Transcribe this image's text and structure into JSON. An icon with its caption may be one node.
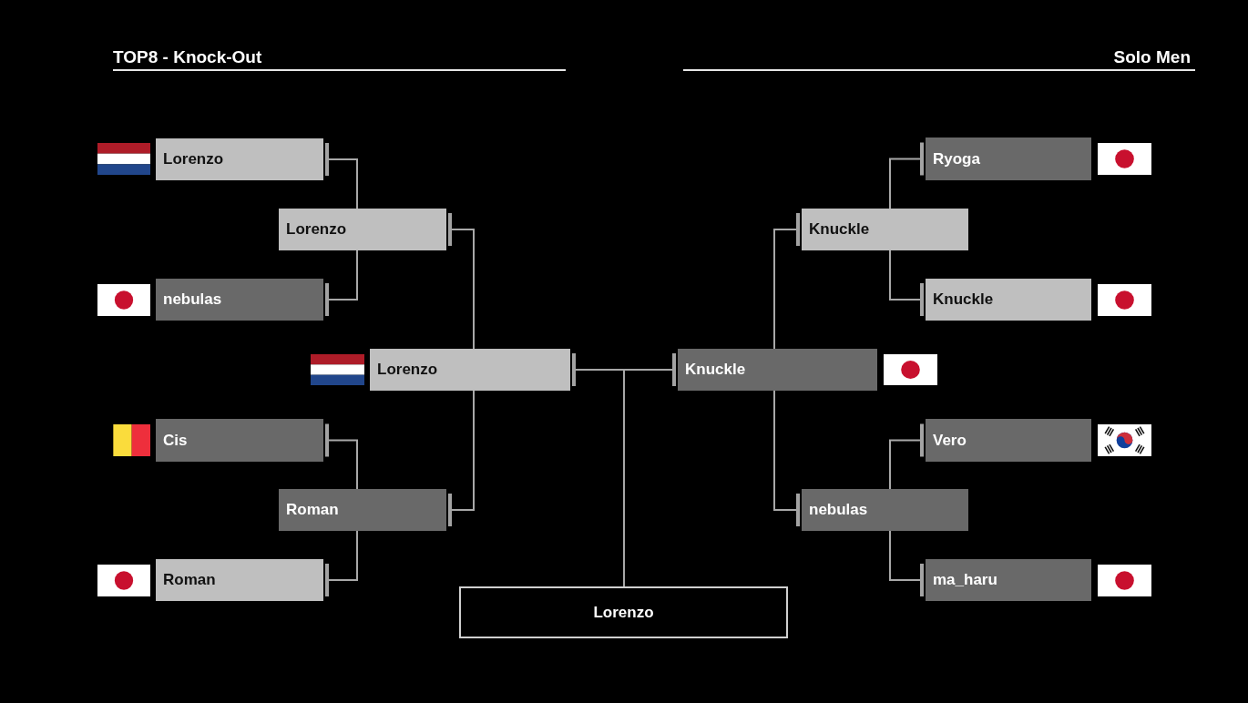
{
  "diagram": {
    "title": "TOP8 - Knock-Out",
    "nodes": [
      {
        "text": [
          "Lorenzo"
        ]
      },
      {
        "text": [
          "Ryoga"
        ]
      },
      {
        "text": [
          "Lorenzo"
        ]
      },
      {
        "text": [
          "Knuckle"
        ]
      },
      {
        "text": [
          "nebulas"
        ]
      },
      {
        "text": [
          "Knuckle"
        ]
      },
      {
        "text": [
          "Lorenzo"
        ]
      },
      {
        "text": [
          "Knuckle"
        ]
      },
      {
        "text": [
          "Cis"
        ]
      },
      {
        "text": [
          "Vero"
        ]
      },
      {
        "text": [
          "Roman"
        ]
      },
      {
        "text": [
          "nebulas"
        ]
      },
      {
        "text": [
          "Roman"
        ]
      },
      {
        "text": [
          "ma_haru"
        ]
      },
      {
        "text": [
          "Lorenzo"
        ]
      }
    ],
    "edges": [
      {
        "from": 0,
        "to": 2,
        "arrow": "other"
      },
      {
        "from": 4,
        "to": 2,
        "arrow": "other"
      },
      {
        "from": 1,
        "to": 3,
        "arrow": "other"
      },
      {
        "from": 5,
        "to": 3,
        "arrow": "other"
      },
      {
        "from": 8,
        "to": 10,
        "arrow": "other"
      },
      {
        "from": 12,
        "to": 10,
        "arrow": "other"
      },
      {
        "from": 9,
        "to": 11,
        "arrow": "other"
      },
      {
        "from": 13,
        "to": 11,
        "arrow": "other"
      },
      {
        "from": 2,
        "to": 6,
        "arrow": "other"
      },
      {
        "from": 10,
        "to": 6,
        "arrow": "other"
      },
      {
        "from": 3,
        "to": 7,
        "arrow": "other"
      },
      {
        "from": 11,
        "to": 7,
        "arrow": "other"
      },
      {
        "from": 6,
        "to": 14,
        "arrow": "other"
      },
      {
        "from": 7,
        "to": 14,
        "arrow": "other"
      }
    ],
    "labels": [
      "Solo Men"
    ]
  }
}
